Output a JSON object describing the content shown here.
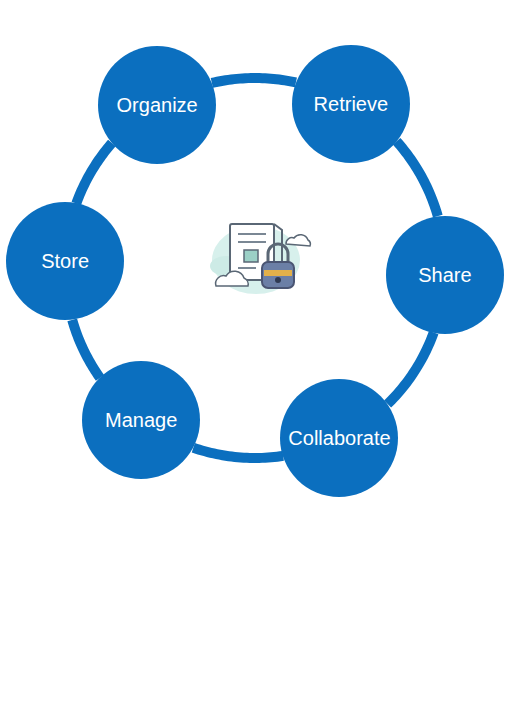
{
  "diagram": {
    "nodes": [
      {
        "text": [
          "Organize"
        ]
      },
      {
        "text": [
          "Retrieve"
        ]
      },
      {
        "text": [
          "Store"
        ]
      },
      {
        "text": [
          "Share"
        ]
      },
      {
        "text": [
          "Manage"
        ]
      },
      {
        "text": [
          "Collaborate"
        ]
      }
    ],
    "edges": [
      {
        "from": 0,
        "to": 1,
        "arrow": "none"
      },
      {
        "from": 1,
        "to": 3,
        "arrow": "none"
      },
      {
        "from": 3,
        "to": 5,
        "arrow": "none"
      },
      {
        "from": 5,
        "to": 4,
        "arrow": "none"
      },
      {
        "from": 4,
        "to": 2,
        "arrow": "none"
      },
      {
        "from": 2,
        "to": 0,
        "arrow": "none"
      }
    ]
  }
}
